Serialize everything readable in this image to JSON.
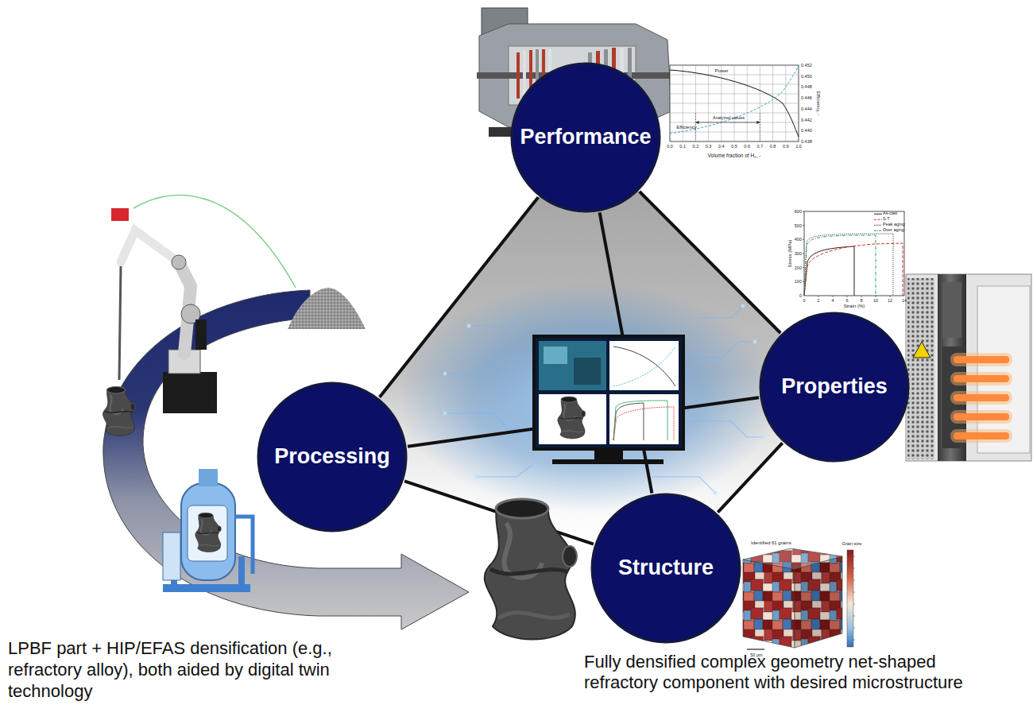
{
  "diagram": {
    "nodes": [
      {
        "text": [
          "Performance"
        ]
      },
      {
        "text": [
          "Processing"
        ]
      },
      {
        "text": [
          "Properties"
        ]
      },
      {
        "text": [
          "Structure"
        ]
      }
    ],
    "edges": [
      {
        "from": 0,
        "to": 1,
        "arrow": "none"
      },
      {
        "from": 0,
        "to": 2,
        "arrow": "none"
      },
      {
        "from": 0,
        "to": 3,
        "arrow": "none"
      },
      {
        "from": 1,
        "to": 2,
        "arrow": "none"
      },
      {
        "from": 1,
        "to": 3,
        "arrow": "none"
      },
      {
        "from": 2,
        "to": 3,
        "arrow": "none"
      }
    ],
    "labels": [
      "LPBF part + HIP/EFAS densification (e.g., refractory alloy), both aided by digital twin technology",
      "Fully densified complex geometry net-shaped refractory component with desired microstructure",
      "Power",
      "Efficiency",
      "Analyzed values",
      "Volume fraction of H₂, -",
      "Efficiency, -",
      "0.0",
      "0.1",
      "0.2",
      "0.3",
      "0.4",
      "0.5",
      "0.6",
      "0.7",
      "0.8",
      "0.9",
      "1.0",
      "0.452",
      "0.450",
      "0.448",
      "0.446",
      "0.444",
      "0.442",
      "0.440",
      "0.438",
      "Stress (MPa)",
      "Strain (%)",
      "0",
      "100",
      "200",
      "300",
      "400",
      "500",
      "600",
      "0",
      "2",
      "4",
      "6",
      "8",
      "10",
      "12",
      "14",
      "Identified 61 grains",
      "Grain size",
      "50 µm"
    ],
    "legend": [
      {
        "text": "As-cast"
      },
      {
        "text": "S.T"
      },
      {
        "text": "Peak aging"
      },
      {
        "text": "Over aging"
      }
    ]
  }
}
